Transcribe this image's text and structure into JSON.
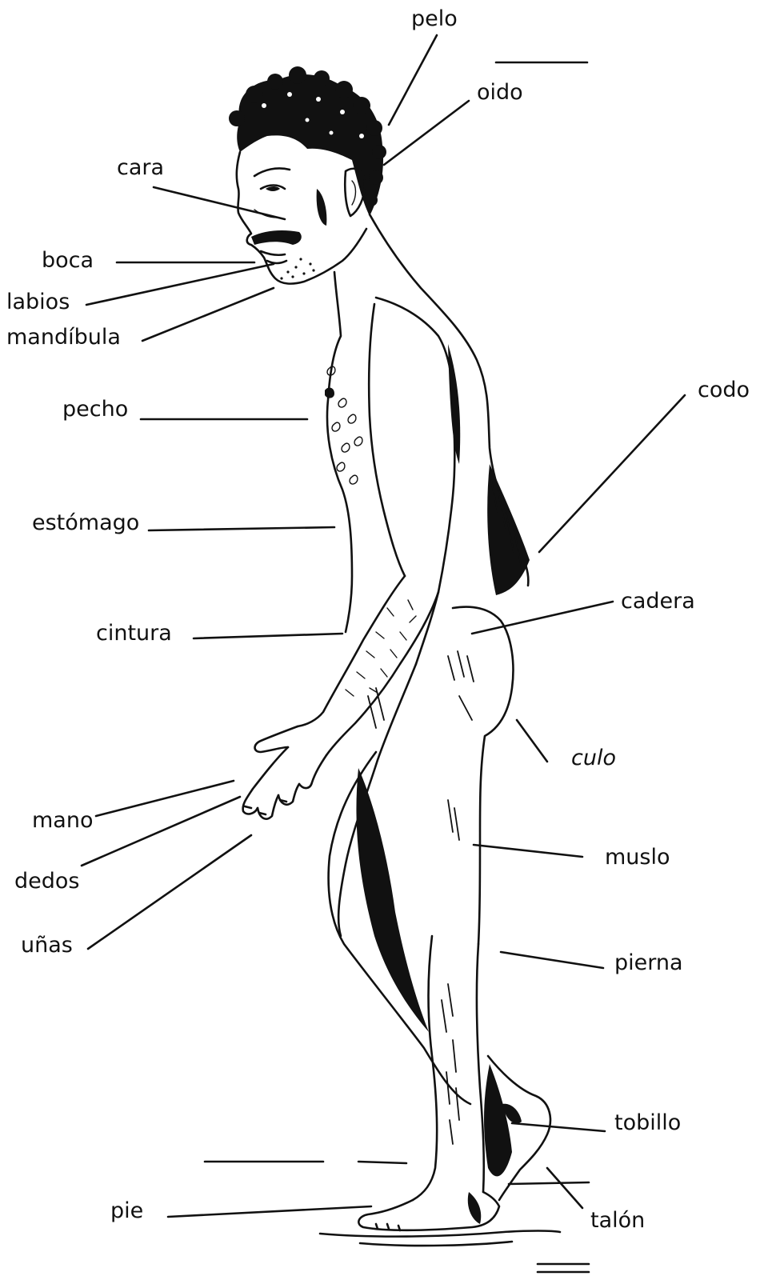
{
  "labels": {
    "pelo": "pelo",
    "oido": "oido",
    "cara": "cara",
    "boca": "boca",
    "labios": "labios",
    "mandibula": "mandíbula",
    "pecho": "pecho",
    "estomago": "estómago",
    "cintura": "cintura",
    "codo": "codo",
    "cadera": "cadera",
    "culo": "culo",
    "mano": "mano",
    "dedos": "dedos",
    "unas": "uñas",
    "muslo": "muslo",
    "pierna": "pierna",
    "tobillo": "tobillo",
    "talon": "talón",
    "pie": "pie"
  }
}
